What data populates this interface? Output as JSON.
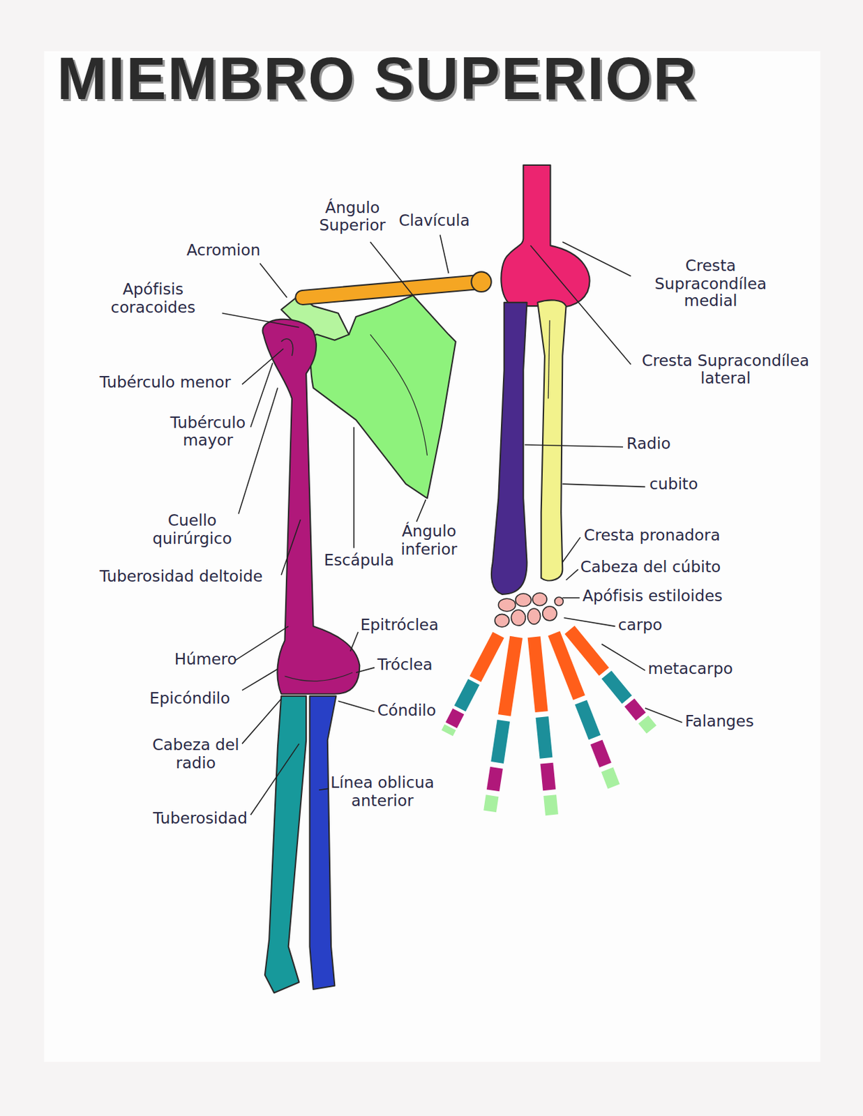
{
  "diagram": {
    "title": "MIEMBRO SUPERIOR",
    "labels": [
      "Ángulo Superior",
      "Clavícula",
      "Acromion",
      "Apófisis coracoides",
      "Tubérculo menor",
      "Tubérculo mayor",
      "Cuello quirúrgico",
      "Tuberosidad deltoide",
      "Escápula",
      "Ángulo inferior",
      "Epitróclea",
      "Tróclea",
      "Húmero",
      "Epicóndilo",
      "Cóndilo",
      "Cabeza del radio",
      "Tuberosidad",
      "Línea oblicua anterior",
      "Cresta Supracondílea medial",
      "Cresta Supracondílea lateral",
      "Radio",
      "cubito",
      "Cresta pronadora",
      "Cabeza del cúbito",
      "Apófisis estiloides",
      "carpo",
      "metacarpo",
      "Falanges"
    ]
  }
}
